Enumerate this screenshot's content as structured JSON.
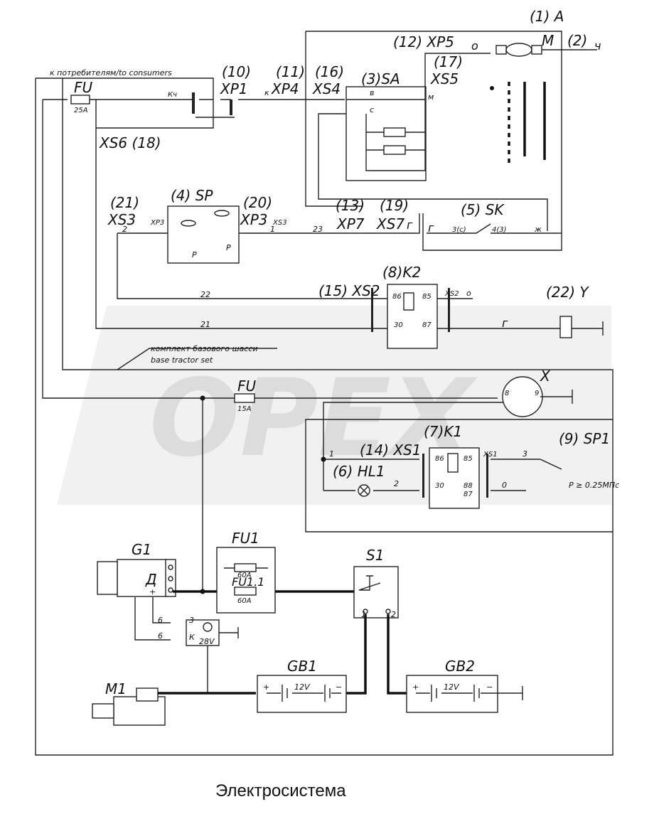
{
  "title": "Электросистема",
  "watermark": "OPEX",
  "consumers_label": "к потребителям/to consumers",
  "chassis_label_ru": "комплект базового шасси",
  "chassis_label_en": "base tractor set",
  "components": {
    "A": "(1) A",
    "M": "M",
    "n2": "(2)",
    "ch": "ч",
    "XP5": "(12) XP5",
    "o_top": "о",
    "XS5_num": "(17)",
    "XS5": "XS5",
    "SA_num": "(3)SA",
    "XS4_num": "(16)",
    "XS4": "XS4",
    "XP4_num": "(11)",
    "XP4": "XP4",
    "k_small": "к",
    "XP1_num": "(10)",
    "XP1": "XP1",
    "FU_top": "FU",
    "FU_top_rating": "25A",
    "Kch": "Кч",
    "XS6": "XS6 (18)",
    "v_letter": "в",
    "s_letter": "с",
    "m_letter": "м",
    "SP_num": "(4) SP",
    "XS3_num": "(21)",
    "XS3": "XS3",
    "XP3_num": "(20)",
    "XP3": "XP3",
    "xs3_small": "XS3",
    "xp3_small": "XP3",
    "XP7_num": "(13)",
    "XS7_num": "(19)",
    "XP7": "XP7",
    "XS7": "XS7",
    "r1": "г",
    "r2": "г",
    "SK_num": "(5) SK",
    "SK_3c": "3(с)",
    "SK_43": "4(3)",
    "zh": "ж",
    "wire_2": "2",
    "wire_1": "1",
    "wire_23": "23",
    "p1": "Р",
    "p2": "Р",
    "K2_num": "(8)K2",
    "XS2_num": "(15) XS2",
    "xs2_small": "XS2",
    "o_k2": "о",
    "k2_86": "86",
    "k2_85": "85",
    "k2_30": "30",
    "k2_87": "87",
    "wire_22": "22",
    "wire_21": "21",
    "Y_num": "(22) Y",
    "r_y": "г",
    "FU_mid": "FU",
    "FU_mid_rating": "15A",
    "X": "X",
    "x8": "8",
    "x9": "9",
    "K1_num": "(7)K1",
    "XS1_num": "(14) XS1",
    "xs1_small": "XS1",
    "k1_86": "86",
    "k1_85": "85",
    "k1_30": "30",
    "k1_88": "88",
    "k1_87": "87",
    "wire_1b": "1",
    "wire_2b": "2",
    "wire_3": "3",
    "o_k1": "0",
    "HL1": "(6) HL1",
    "SP1": "(9) SP1",
    "pressure": "Р ≥ 0.25МПс",
    "G1": "G1",
    "G1_sym": "Д",
    "plus_g1": "+",
    "FU1": "FU1",
    "FU1_rating": "60A",
    "FU1_1": "FU1.1",
    "FU1_1_rating": "60A",
    "S1": "S1",
    "s1_1": "1",
    "s1_2": "2",
    "w6a": "6",
    "w6b": "6",
    "reg_3": "3",
    "reg_k": "К",
    "reg_28": "28V",
    "M1": "M1",
    "GB1": "GB1",
    "GB1_v": "12V",
    "GB2": "GB2",
    "GB2_v": "12V",
    "plus1": "+",
    "minus1": "−",
    "plus2": "+",
    "minus2": "−"
  }
}
